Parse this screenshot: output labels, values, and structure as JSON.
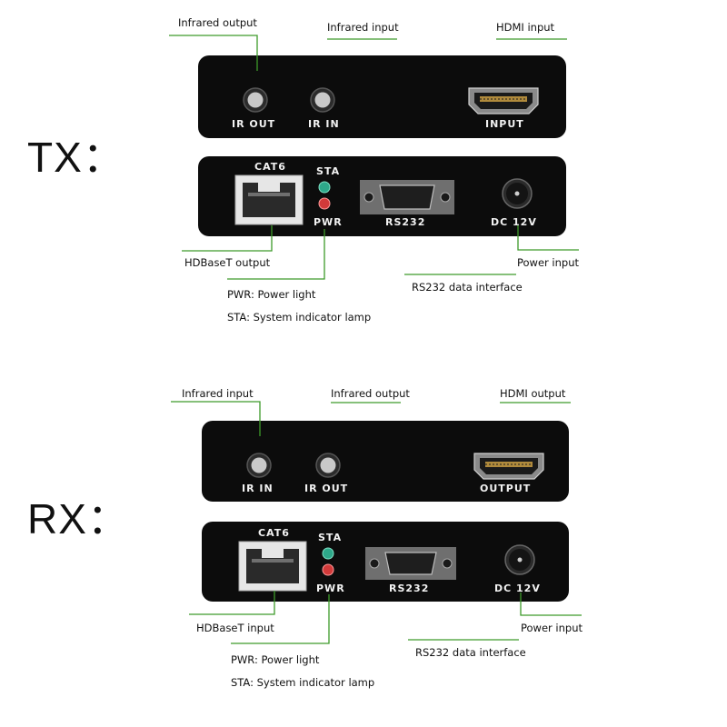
{
  "tx": {
    "title": "TX：",
    "top_panel": {
      "ir_out": "IR OUT",
      "ir_in": "IR IN",
      "hdmi": "INPUT"
    },
    "bottom_panel": {
      "cat6": "CAT6",
      "sta": "STA",
      "pwr": "PWR",
      "rs232": "RS232",
      "dc": "DC 12V"
    },
    "callouts": {
      "infrared_output": "Infrared output",
      "infrared_input": "Infrared input",
      "hdmi_input": "HDMI input",
      "hdbaset": "HDBaseT output",
      "power_input": "Power input",
      "rs232_interface": "RS232 data interface",
      "pwr_legend": "PWR: Power light",
      "sta_legend": "STA: System indicator lamp"
    }
  },
  "rx": {
    "title": "RX：",
    "top_panel": {
      "ir_in": "IR IN",
      "ir_out": "IR OUT",
      "hdmi": "OUTPUT"
    },
    "bottom_panel": {
      "cat6": "CAT6",
      "sta": "STA",
      "pwr": "PWR",
      "rs232": "RS232",
      "dc": "DC 12V"
    },
    "callouts": {
      "infrared_input": "Infrared input",
      "infrared_output": "Infrared output",
      "hdmi_output": "HDMI output",
      "hdbaset": "HDBaseT input",
      "power_input": "Power input",
      "rs232_interface": "RS232 data interface",
      "pwr_legend": "PWR: Power light",
      "sta_legend": "STA: System indicator lamp"
    }
  },
  "colors": {
    "panel": "#0c0c0c",
    "leader_line": "#3d9a2a",
    "sta_led": "#2ea88a",
    "pwr_led": "#d23a3a"
  }
}
